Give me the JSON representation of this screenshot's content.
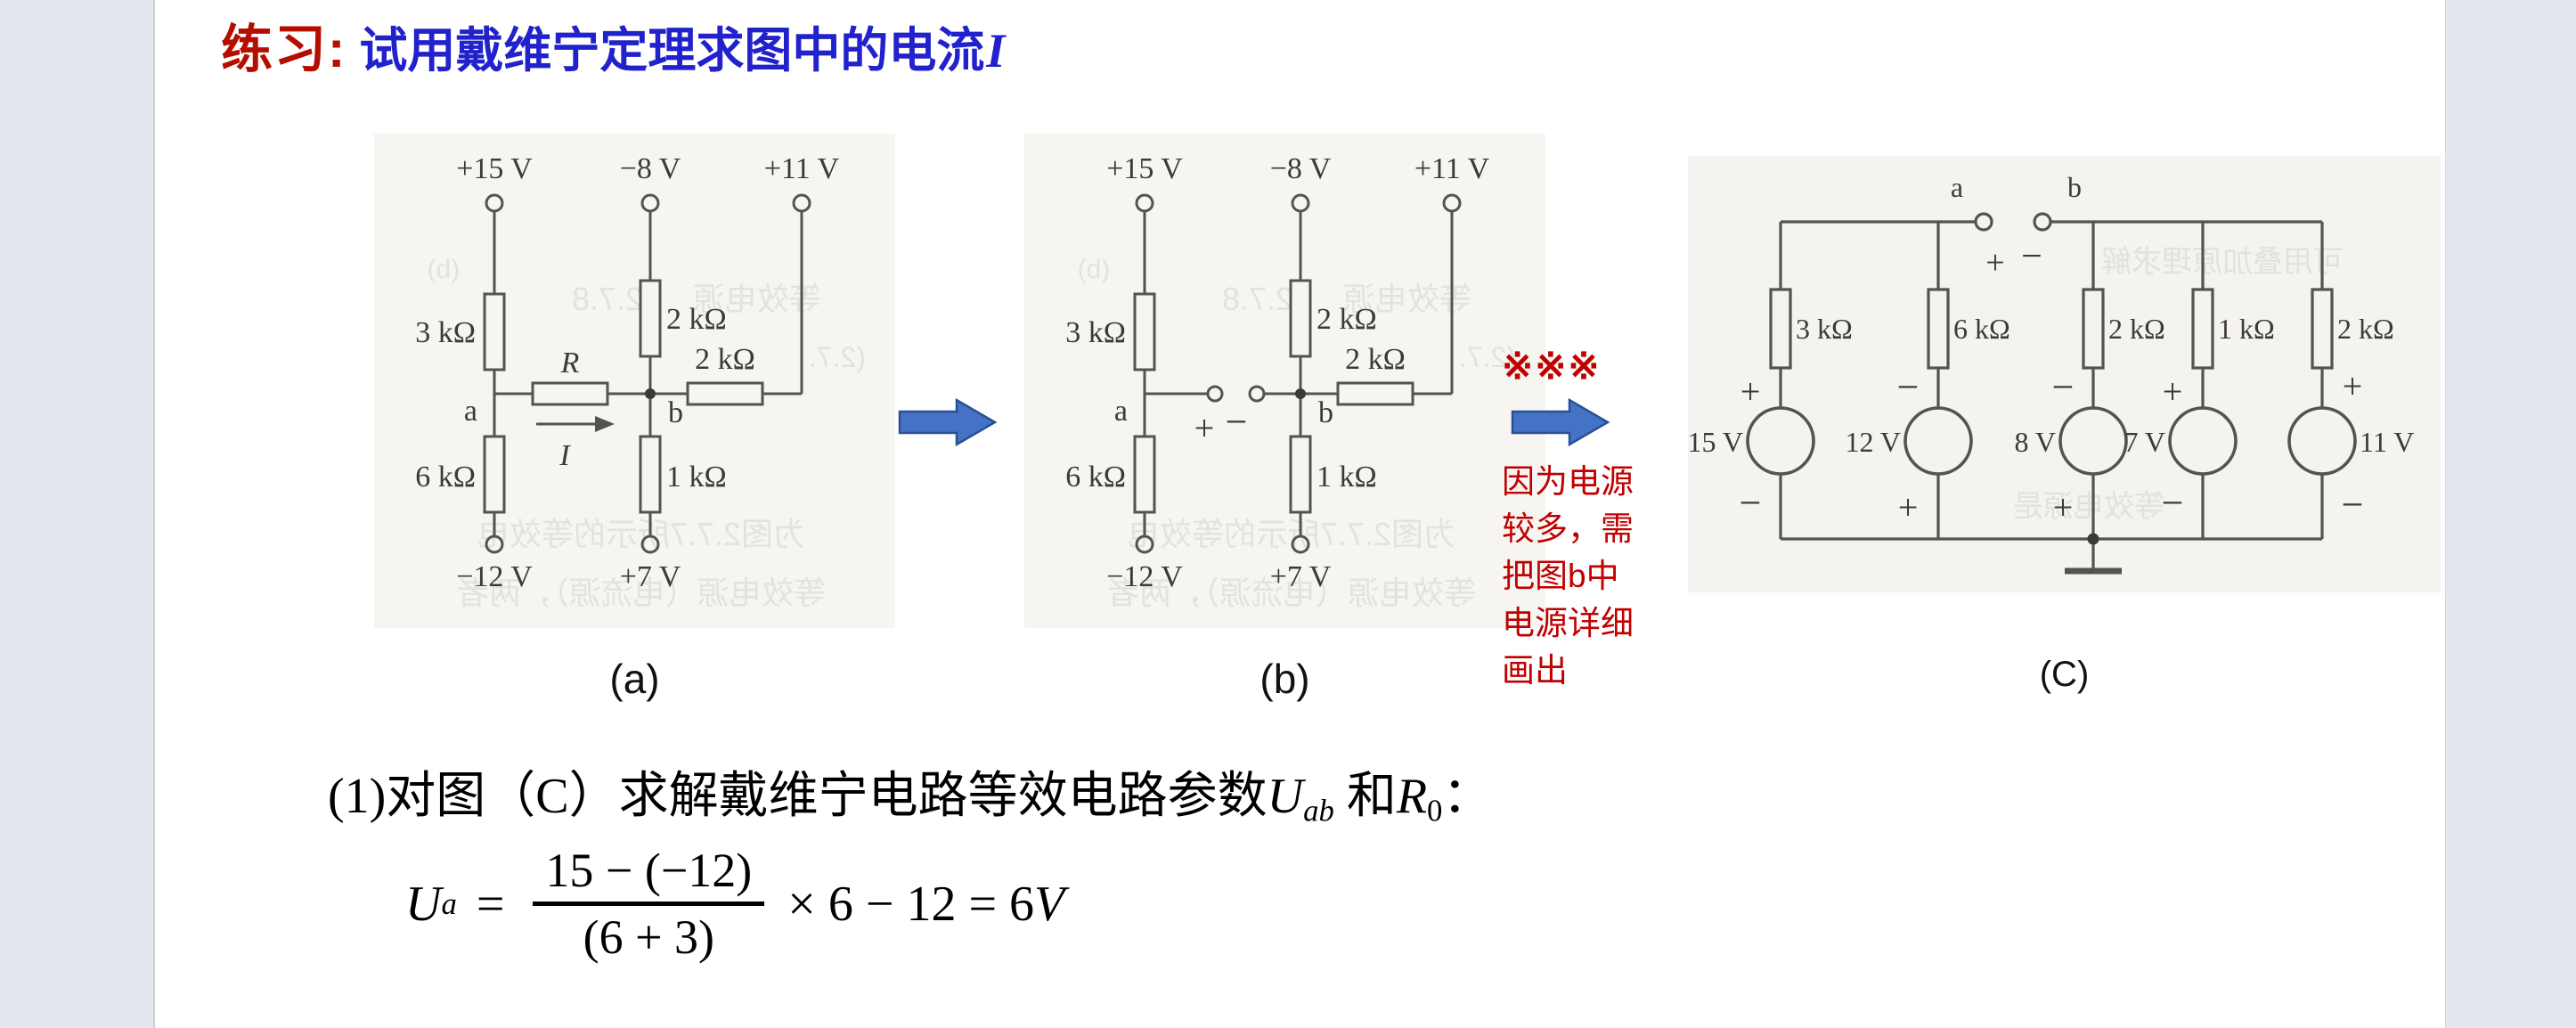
{
  "title": {
    "prefix": "练习:",
    "main": "试用戴维宁定理求图中的电流",
    "var": "I"
  },
  "colors": {
    "title_red": "#b50d00",
    "title_blue": "#2222cc",
    "note_red": "#c00000",
    "arrow_blue": "#4472c4",
    "arrow_border": "#2a4f96",
    "side_band": "#e4e8ee",
    "scan_paper": "#f6f5f1"
  },
  "figA": {
    "caption": "(a)",
    "t1": "+15 V",
    "t2": "−8 V",
    "t3": "+11 V",
    "r1": "3 kΩ",
    "r2": "2 kΩ",
    "r3": "2 kΩ",
    "r4": "6 kΩ",
    "r5": "1 kΩ",
    "R": "R",
    "I": "I",
    "a": "a",
    "b": "b",
    "bot1": "−12 V",
    "bot2": "+7 V",
    "g1": "等效电源",
    "g2": "2.7.8",
    "g3": "(2.7.",
    "g4": "为图2.7.7所示的等效电",
    "g5": "等效电源（电流源），两者",
    "g6": "(d)"
  },
  "figB": {
    "caption": "(b)",
    "t1": "+15 V",
    "t2": "−8 V",
    "t3": "+11 V",
    "r1": "3 kΩ",
    "r2": "2 kΩ",
    "r3": "2 kΩ",
    "r4": "6 kΩ",
    "r5": "1 kΩ",
    "a": "a",
    "b": "b",
    "plus": "+",
    "minus": "−",
    "bot1": "−12 V",
    "bot2": "+7 V",
    "g1": "等效电源",
    "g2": "2.7.8",
    "g3": "(2.7.",
    "g4": "为图2.7.7所示的等效电",
    "g5": "等效电源（电流源），两者",
    "g6": "(d)"
  },
  "note": {
    "stars": "※※※",
    "l1": "因为电源",
    "l2": "较多，需",
    "l3": "把图b中",
    "l4": "电源详细",
    "l5": "画出"
  },
  "figC": {
    "caption": "(C)",
    "a": "a",
    "b": "b",
    "plus": "+",
    "minus": "−",
    "branches": [
      {
        "res": "3 kΩ",
        "src": "15 V",
        "top": "+",
        "bot": "−"
      },
      {
        "res": "6 kΩ",
        "src": "12 V",
        "top": "−",
        "bot": "+"
      },
      {
        "res": "2 kΩ",
        "src": "8 V",
        "top": "−",
        "bot": "+"
      },
      {
        "res": "1 kΩ",
        "src": "7 V",
        "top": "+",
        "bot": "−"
      },
      {
        "res": "2 kΩ",
        "src": "11 V",
        "top": "+",
        "bot": "−"
      }
    ],
    "g1": "可用叠加原理求解",
    "g2": "等效电源是"
  },
  "solution": {
    "line1_pre": "(1)对图（C）求解戴维宁电路等效电路参数",
    "U": "U",
    "U_sub": "ab",
    "mid": " 和",
    "R": "R",
    "R_sub": "0",
    "colon": "：",
    "f_lhs": "U",
    "f_lhs_sub": "a",
    "f_eq": "=",
    "f_num": "15 − (−12)",
    "f_den": "(6 + 3)",
    "f_tail": "× 6 − 12 = 6",
    "f_unit": "V"
  }
}
